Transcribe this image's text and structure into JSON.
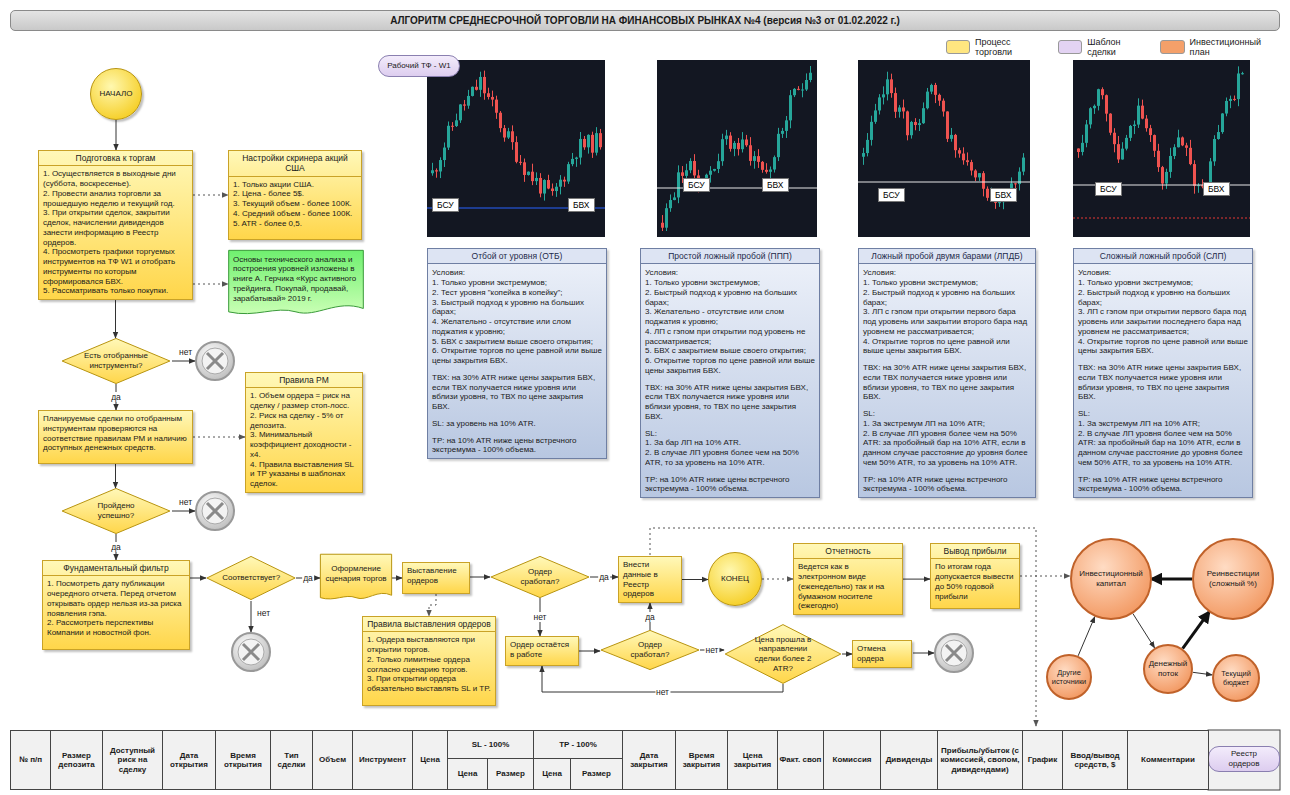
{
  "diagram": {
    "title": "АЛГОРИТМ СРЕДНЕСРОЧНОЙ ТОРГОВЛИ НА ФИНАНСОВЫХ РЫНКАХ №4 (версия №3 от 01.02.2022 г.)",
    "nodes": [
      {
        "text": [
          "НАЧАЛО"
        ]
      },
      {
        "text": [
          "Подготовка к торгам",
          "1. Осуществляется в выходные дни (суббота, воскресенье). 2. Провести анализ торговли за прошедшую неделю и текущий год. 3. При открытии сделок, закрытии сделок, начислении дивидендов занести информацию в Реестр ордеров. 4. Просмотреть графики торгуемых инструментов на ТФ W1 и отобрать инструменты по которым сформировался БВХ. 5. Рассматривать только покупки."
        ]
      },
      {
        "text": [
          "Настройки скринера акций США",
          "1. Только акции США. 2. Цена - более 5$. 3. Текущий объем - более 100К. 4. Средний объем - более 100К. 5. ATR - более 0,5."
        ]
      },
      {
        "text": [
          "Основы технического анализа и построения уровней изложены в книге А. Герчика «Курс активного трейдинга. Покупай, продавай, зарабатывай» 2019 г."
        ]
      },
      {
        "text": [
          "Есть отобранные инструменты?"
        ]
      },
      {
        "text": [
          "Правила РМ",
          "1. Объем ордера = риск на сделку / размер стоп-лосс. 2. Риск на сделку - 5% от депозита. 3. Минимальный коэффициент доходности - х4. 4. Правила выставления SL и TP указаны в шаблонах сделок."
        ]
      },
      {
        "text": [
          "Планируемые сделки по отобранным инструментам проверяются на соответствие правилам РМ и наличию доступных денежных средств."
        ]
      },
      {
        "text": [
          "Пройдено успешно?"
        ]
      },
      {
        "text": [
          "Фундаментальный фильтр",
          "1. Посмотреть дату публикации очередного отчета. Перед отчетом открывать ордер нельзя из-за риска появления гэпа. 2. Рассмотреть перспективы Компании и новостной фон."
        ]
      },
      {
        "text": [
          "Соответствует?"
        ]
      },
      {
        "text": [
          "Оформление сценария торгов"
        ]
      },
      {
        "text": [
          "Выставление ордеров"
        ]
      },
      {
        "text": [
          "Правила выставления ордеров",
          "1. Ордера выставляются при открытии торгов. 2. Только лимитные ордера согласно сценарию торгов. 3. При открытии ордера обязательно выставлять SL и TP."
        ]
      },
      {
        "text": [
          "Ордер сработал?"
        ]
      },
      {
        "text": [
          "Внести данные в Реестр ордеров"
        ]
      },
      {
        "text": [
          "КОНЕЦ"
        ]
      },
      {
        "text": [
          "Ордер остаётся в работе"
        ]
      },
      {
        "text": [
          "Ордер сработал?"
        ]
      },
      {
        "text": [
          "Цена прошла в направлении сделки более 2 ATR?"
        ]
      },
      {
        "text": [
          "Отмена ордера"
        ]
      },
      {
        "text": [
          "Отчетность",
          "Ведется как в электронном виде (еженедельно) так и на бумажном носителе (ежегодно)"
        ]
      },
      {
        "text": [
          "Вывод прибыли",
          "По итогам года допускается вывести до 50% годовой прибыли"
        ]
      },
      {
        "text": [
          "Инвестиционный капитал"
        ]
      },
      {
        "text": [
          "Реинвестиции (сложный %)"
        ]
      },
      {
        "text": [
          "Другие источники"
        ]
      },
      {
        "text": [
          "Денежный поток"
        ]
      },
      {
        "text": [
          "Текущий бюджет"
        ]
      },
      {
        "text": [
          "Рабочий ТФ - W1"
        ]
      },
      {
        "text": [
          "Отбой от уровня (ОТБ)",
          "Условия: 1. Только уровни экстремумов; 2. Тест уровня \"копейка в копейку\"; 3. Быстрый подход к уровню на больших барах; 4. Желательно - отсутствие или слом поджатия к уровню; 5. БВХ с закрытием выше своего открытия; 6. Открытие торгов по цене равной или выше цены закрытия БВХ.",
          "ТВХ: на 30% ATR ниже цены закрытия БВХ, если ТВХ получается ниже уровня или вблизи уровня, то ТВХ по цене закрытия БВХ.",
          "SL: за уровень на 10% ATR.",
          "TP: на 10% ATR ниже цены встречного экстремума - 100% объема."
        ]
      },
      {
        "text": [
          "Простой ложный пробой (ППП)",
          "Условия: 1. Только уровни экстремумов; 2. Быстрый подход к уровню на больших барах; 3. Желательно - отсутствие или слом поджатия к уровню; 4. ЛП с гэпом при открытии под уровень не рассматривается; 5. БВХ с закрытием выше своего открытия; 6. Открытие торгов по цене равной или выше цены закрытия БВХ.",
          "ТВХ: на 30% ATR ниже цены закрытия БВХ, если ТВХ получается ниже уровня или вблизи уровня, то ТВХ по цене закрытия БВХ.",
          "SL: 1. За бар ЛП на 10% ATR. 2. В случае ЛП уровня более чем на 50% ATR, то за уровень на 10% ATR.",
          "TP: на 10% ATR ниже цены встречного экстремума - 100% объема."
        ]
      },
      {
        "text": [
          "Ложный пробой двумя барами (ЛПДБ)",
          "Условия: 1. Только уровни экстремумов; 2. Быстрый подход к уровню на больших барах; 3. ЛП с гэпом при открытии первого бара под уровень или закрытии второго бара над уровнем не рассматривается; 4. Открытие торгов по цене равной или выше цены закрытия БВХ.",
          "ТВХ: на 30% ATR ниже цены закрытия БВХ, если ТВХ получается ниже уровня или вблизи уровня, то ТВХ по цене закрытия БВХ.",
          "SL: 1. За экстремум ЛП на 10% ATR; 2. В случае ЛП уровня более чем на 50% ATR: за пробойный бар на 10% ATR, если в данном случае расстояние до уровня более чем 50% ATR, то за уровень на 10% ATR.",
          "TP: на 10% ATR ниже цены встречного экстремума - 100% объема."
        ]
      },
      {
        "text": [
          "Сложный ложный пробой (СЛП)",
          "Условия: 1. Только уровни экстремумов; 2. Быстрый подход к уровню на больших барах; 3. ЛП с гэпом при открытии первого бара под уровень или закрытии последнего бара над уровнем не рассматривается; 4. Открытие торгов по цене равной или выше цены закрытия БВХ.",
          "ТВХ: на 30% ATR ниже цены закрытия БВХ, если ТВХ получается ниже уровня или вблизи уровня, то ТВХ по цене закрытия БВХ.",
          "SL: 1. За экстремум ЛП на 10% ATR; 2. В случае ЛП уровня более чем на 50% ATR: за пробойный бар на 10% ATR, если в данном случае расстояние до уровня более чем 50% ATR, то за уровень на 10% ATR.",
          "TP: на 10% ATR ниже цены встречного экстремума - 100% объема."
        ]
      },
      {
        "text": [
          "Реестр ордеров"
        ]
      }
    ],
    "edges": [
      {
        "from": 0,
        "to": 1,
        "arrow": "to"
      },
      {
        "from": 1,
        "to": 2,
        "arrow": "to"
      },
      {
        "from": 1,
        "to": 3,
        "arrow": "to"
      },
      {
        "from": 1,
        "to": 4,
        "arrow": "to"
      },
      {
        "from": 4,
        "to": 6,
        "label": "да",
        "arrow": "to"
      },
      {
        "from": 6,
        "to": 5,
        "arrow": "to"
      },
      {
        "from": 6,
        "to": 7,
        "arrow": "to"
      },
      {
        "from": 7,
        "to": 8,
        "label": "да",
        "arrow": "to"
      },
      {
        "from": 8,
        "to": 9,
        "arrow": "to"
      },
      {
        "from": 9,
        "to": 10,
        "label": "да",
        "arrow": "to"
      },
      {
        "from": 10,
        "to": 11,
        "arrow": "to"
      },
      {
        "from": 11,
        "to": 12,
        "arrow": "to"
      },
      {
        "from": 11,
        "to": 13,
        "arrow": "to"
      },
      {
        "from": 13,
        "to": 14,
        "label": "да",
        "arrow": "to"
      },
      {
        "from": 14,
        "to": 15,
        "arrow": "to"
      },
      {
        "from": 13,
        "to": 16,
        "label": "нет",
        "arrow": "to"
      },
      {
        "from": 16,
        "to": 17,
        "arrow": "to"
      },
      {
        "from": 17,
        "to": 14,
        "label": "да",
        "arrow": "to"
      },
      {
        "from": 17,
        "to": 18,
        "label": "нет",
        "arrow": "to"
      },
      {
        "from": 18,
        "to": 19,
        "arrow": "to"
      },
      {
        "from": 18,
        "to": 16,
        "label": "нет",
        "arrow": "to"
      },
      {
        "from": 15,
        "to": 20,
        "arrow": "to"
      },
      {
        "from": 20,
        "to": 21,
        "arrow": "to"
      },
      {
        "from": 21,
        "to": 22,
        "arrow": "to"
      },
      {
        "from": 24,
        "to": 22,
        "arrow": "to"
      },
      {
        "from": 22,
        "to": 25,
        "arrow": "to"
      },
      {
        "from": 25,
        "to": 23,
        "arrow": "to"
      },
      {
        "from": 23,
        "to": 22,
        "arrow": "to"
      },
      {
        "from": 25,
        "to": 26,
        "arrow": "to"
      }
    ],
    "labels": [
      "нет",
      "нет",
      "нет",
      "БСУ",
      "БВХ",
      "БСУ",
      "БВХ",
      "БСУ",
      "БВХ",
      "БСУ",
      "БВХ",
      "№ п/п",
      "Размер депозита",
      "Доступный риск на сделку",
      "Дата открытия",
      "Время открытия",
      "Тип сделки",
      "Объем",
      "Инструмент",
      "Цена",
      "SL - 100%",
      "Цена",
      "Размер",
      "TP - 100%",
      "Цена",
      "Размер",
      "Дата закрытия",
      "Время закрытия",
      "Цена закрытия",
      "Факт. своп",
      "Комиссия",
      "Дивиденды",
      "Прибыль/убыток (с комиссией, свопом, дивидендами)",
      "График",
      "Ввод/вывод средств, $",
      "Комментарии"
    ],
    "legend": [
      {
        "text": "Процесс торговли",
        "color": "#ffe680"
      },
      {
        "text": "Шаблон сделки",
        "color": "#e3d3f3"
      },
      {
        "text": "Инвестиционный план",
        "color": "#f4a06a"
      }
    ]
  }
}
